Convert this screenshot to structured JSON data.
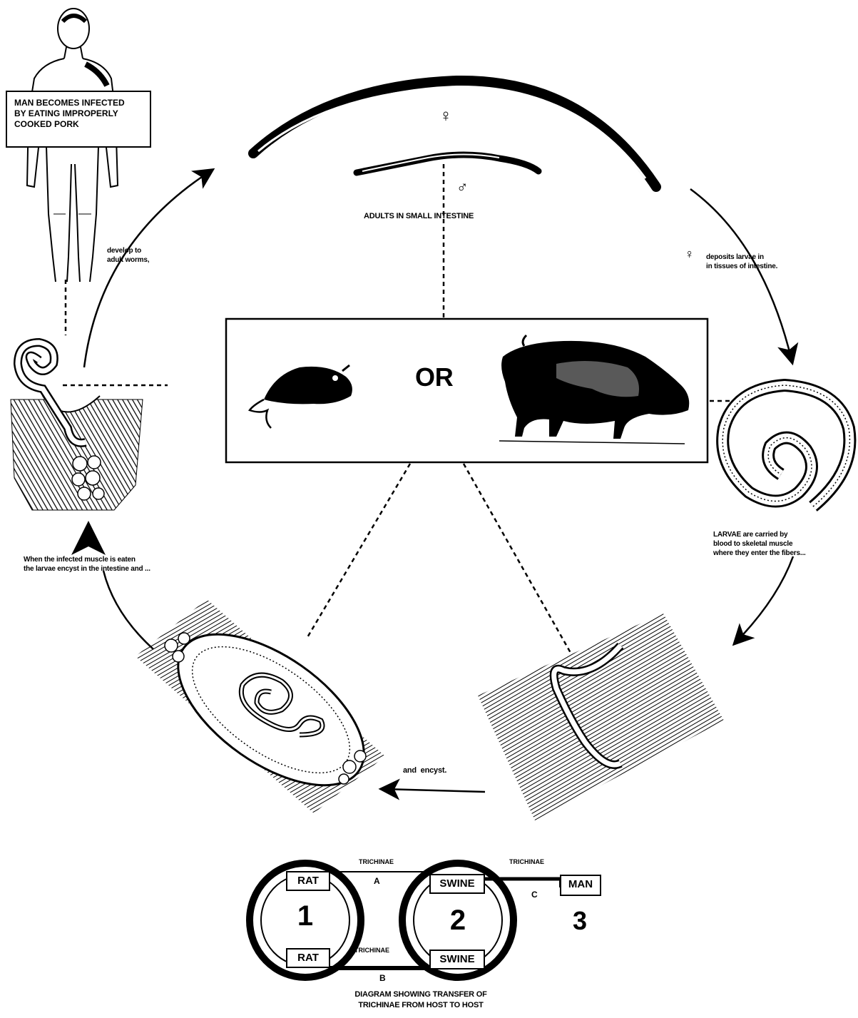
{
  "cycle": {
    "man_label": "MAN BECOMES INFECTED\nBY EATING IMPROPERLY\nCOOKED PORK",
    "adults_label": "ADULTS IN SMALL INTESTINE",
    "female_symbol": "♀",
    "male_symbol": "♂",
    "deposits_label": "deposits larvae in\nin tissues of intestine.",
    "develop_label": "develop to\nadult worms,",
    "larvae_label": "LARVAE are carried by\nblood to skeletal muscle\nwhere they enter the fibers...",
    "encyst_label": "and  encyst.",
    "eaten_label": "When the infected muscle is eaten\nthe larvae encyst in the intestine and ...",
    "or_label": "OR"
  },
  "transfer": {
    "rat_top": "RAT",
    "rat_bottom": "RAT",
    "swine_top": "SWINE",
    "swine_bottom": "SWINE",
    "man": "MAN",
    "num_1": "1",
    "num_2": "2",
    "num_3": "3",
    "trichinae_a": "TRICHINAE",
    "letter_a": "A",
    "trichinae_b": "TRICHINAE",
    "letter_b": "B",
    "trichinae_c": "TRICHINAE",
    "letter_c": "C",
    "caption": "DIAGRAM SHOWING TRANSFER OF\nTRICHINAE FROM HOST TO HOST"
  }
}
